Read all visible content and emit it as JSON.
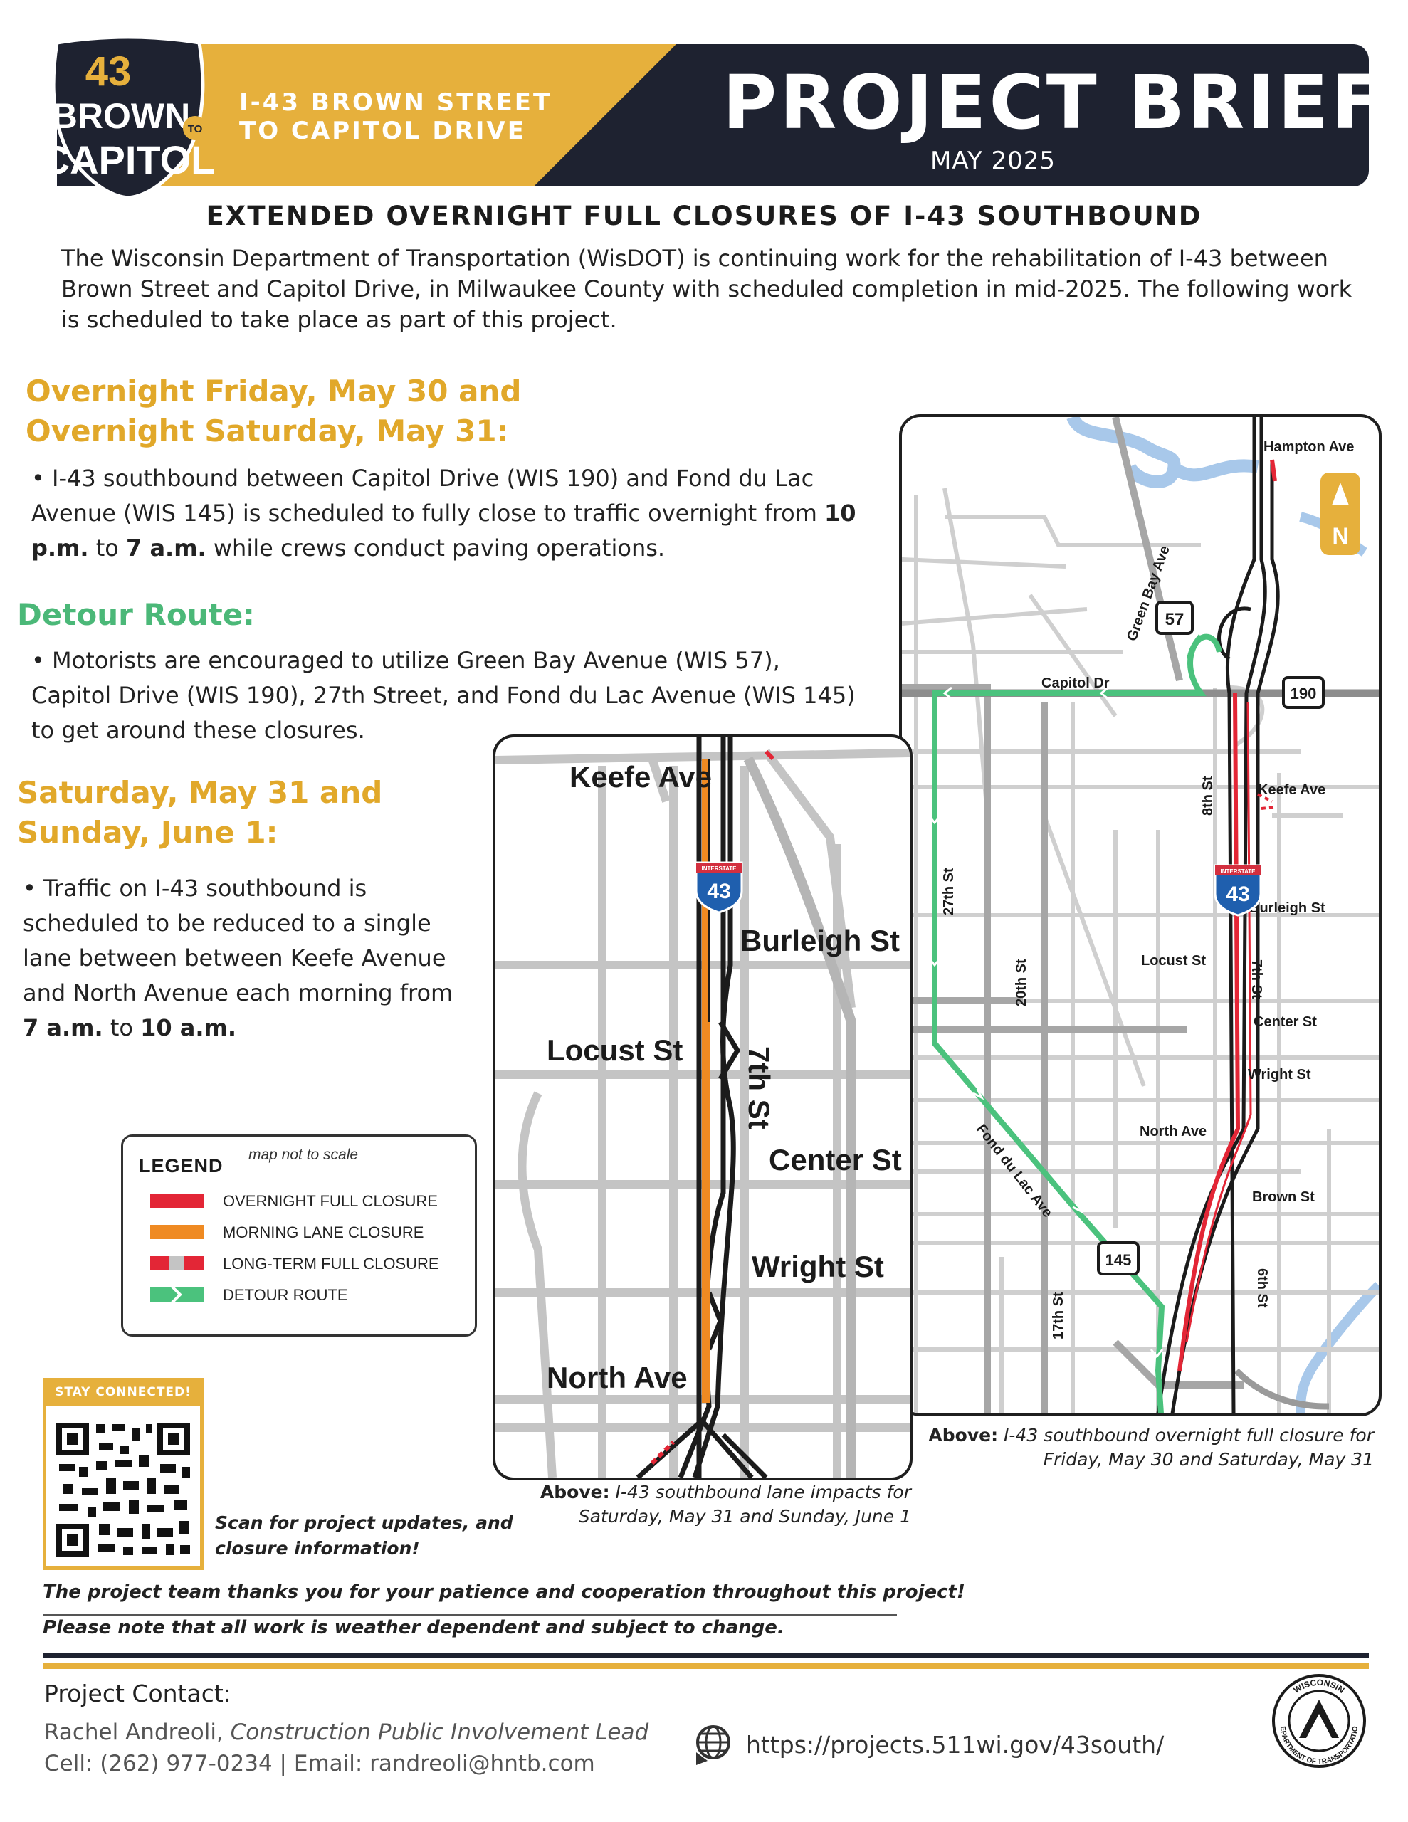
{
  "header": {
    "logo": {
      "number": "43",
      "line1": "BROWN",
      "to": "TO",
      "line2": "CAPITOL"
    },
    "subtitle": "I-43 BROWN STREET\nTO CAPITOL DRIVE",
    "title": "PROJECT BRIEF",
    "date": "MAY 2025"
  },
  "main_heading": "EXTENDED OVERNIGHT FULL CLOSURES OF I-43 SOUTHBOUND",
  "intro": "The Wisconsin Department of Transportation (WisDOT) is continuing work for the rehabilitation of I-43 between Brown Street and Capitol Drive, in Milwaukee County with scheduled completion in mid-2025. The following work is scheduled to take place as part of this project.",
  "section1": {
    "heading": "Overnight Friday, May 30 and\nOvernight Saturday, May 31:",
    "bullet_a": "•  I-43 southbound between Capitol Drive (WIS 190) and Fond du Lac Avenue (WIS 145) is scheduled to fully close to traffic overnight from ",
    "t1": "10 p.m.",
    "mid": " to ",
    "t2": "7 a.m.",
    "bullet_b": " while crews conduct paving operations."
  },
  "section2": {
    "heading": "Detour Route:",
    "bullet": "• Motorists are encouraged to utilize Green Bay Avenue (WIS 57), Capitol Drive (WIS 190), 27th Street, and Fond du Lac Avenue (WIS 145) to get around these closures."
  },
  "section3": {
    "heading": "Saturday, May 31 and\nSunday, June 1:",
    "bullet_a": "•  Traffic on I-43 southbound is scheduled to be reduced to a single lane between between Keefe Avenue and North Avenue each morning from ",
    "t1": "7 a.m.",
    "mid": " to ",
    "t2": "10 a.m."
  },
  "legend": {
    "title": "LEGEND",
    "note": "map not to scale",
    "items": [
      "OVERNIGHT FULL CLOSURE",
      "MORNING LANE CLOSURE",
      "LONG-TERM FULL CLOSURE",
      "DETOUR ROUTE"
    ],
    "colors": {
      "overnight": "#e32636",
      "morning": "#ef8a22",
      "longterm_gray": "#c4c4c4",
      "detour": "#4bc27d"
    }
  },
  "map_right": {
    "labels": {
      "hampton": "Hampton Ave",
      "green_bay": "Green Bay Ave",
      "capitol": "Capitol Dr",
      "keefe": "Keefe Ave",
      "burleigh": "Burleigh St",
      "locust": "Locust St",
      "center": "Center St",
      "wright": "Wright St",
      "north": "North Ave",
      "brown": "Brown St",
      "fond_du_lac": "Fond du Lac Ave",
      "s27": "27th St",
      "s20": "20th St",
      "s17": "17th St",
      "s8": "8th St",
      "s7": "7th St",
      "s6": "6th St"
    },
    "shields": {
      "wis57": "57",
      "wis190": "190",
      "wis145": "145",
      "i43": "43",
      "interstate": "INTERSTATE"
    },
    "north_arrow": "N"
  },
  "map_left": {
    "labels": {
      "keefe": "Keefe Ave",
      "burleigh": "Burleigh St",
      "locust": "Locust St",
      "s7": "7th St",
      "center": "Center St",
      "wright": "Wright St",
      "north": "North Ave"
    },
    "shield": {
      "i43": "43",
      "interstate": "INTERSTATE"
    }
  },
  "captions": {
    "right_prefix": "Above:",
    "right_a": "I-43 southbound overnight full closure for",
    "right_b": "Friday, May 30 and Saturday, May 31",
    "left_prefix": "Above:",
    "left_a": "I-43 southbound lane impacts for",
    "left_b": "Saturday, May 31 and Sunday, June 1"
  },
  "qr": {
    "label": "STAY CONNECTED!",
    "scan": "Scan for project updates, and closure information!"
  },
  "thanks": "The project team thanks you for your patience and cooperation throughout this project!",
  "note": "Please note that all work is weather dependent and subject to change.",
  "contact": {
    "heading": "Project Contact:",
    "name": "Rachel Andreoli,",
    "role": " Construction Public Involvement Lead",
    "line": "Cell: (262) 977-0234  | Email: randreoli@hntb.com"
  },
  "url": "https://projects.511wi.gov/43south/",
  "seal": {
    "top": "WISCONSIN",
    "bottom": "DEPARTMENT OF TRANSPORTATION"
  }
}
